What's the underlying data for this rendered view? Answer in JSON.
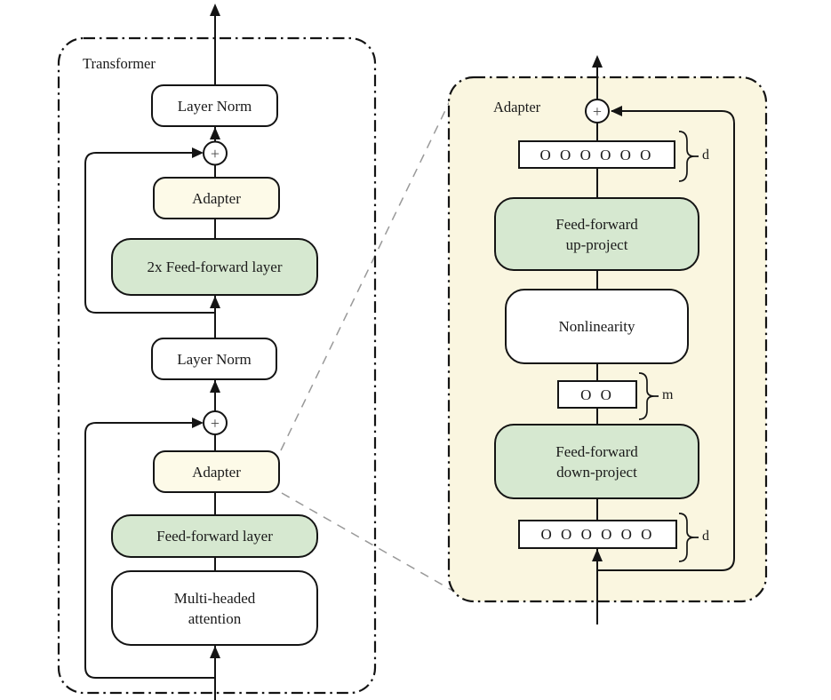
{
  "left": {
    "panel_label": "Transformer",
    "layer_norm_top": "Layer Norm",
    "adapter_top": "Adapter",
    "ff_2x": "2x Feed-forward layer",
    "layer_norm_mid": "Layer Norm",
    "adapter_mid": "Adapter",
    "ff_layer": "Feed-forward layer",
    "mha": "Multi-headed\nattention"
  },
  "right": {
    "panel_label": "Adapter",
    "vector_top": "O O O O O O",
    "dim_top": "d",
    "ff_up": "Feed-forward\nup-project",
    "nonlinearity": "Nonlinearity",
    "vector_mid": "O O",
    "dim_mid": "m",
    "ff_down": "Feed-forward\ndown-project",
    "vector_bottom": "O O O O O O",
    "dim_bottom": "d"
  },
  "icons": {
    "plus": "+"
  },
  "colors": {
    "green_fill": "#d6e8d0",
    "cream_box_fill": "#fdfae8",
    "adapter_panel_fill": "#faf6e0",
    "line": "#141414",
    "connector_gray": "#999999"
  }
}
